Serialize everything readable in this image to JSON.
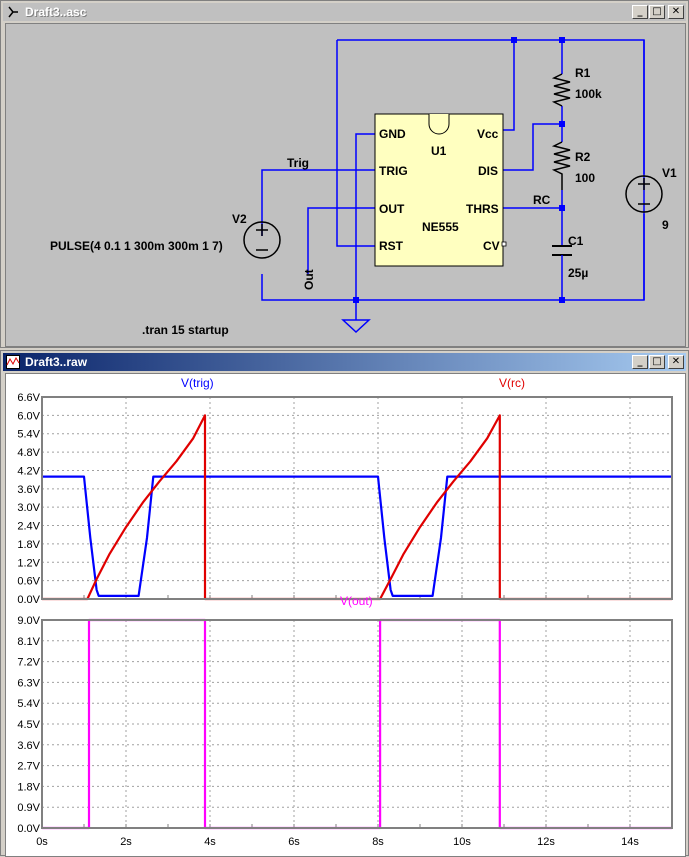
{
  "schematic_window": {
    "title": "Draft3..asc",
    "components": {
      "r1": {
        "name": "R1",
        "value": "100k"
      },
      "r2": {
        "name": "R2",
        "value": "100"
      },
      "c1": {
        "name": "C1",
        "value": "25µ"
      },
      "v1": {
        "name": "V1",
        "value": "9"
      },
      "v2": {
        "name": "V2",
        "value": "PULSE(4 0.1 1 300m 300m 1 7)"
      },
      "u1": {
        "name": "U1",
        "part": "NE555",
        "pins": {
          "gnd": "GND",
          "trig": "TRIG",
          "out": "OUT",
          "rst": "RST",
          "vcc": "Vcc",
          "dis": "DIS",
          "thrs": "THRS",
          "cv": "CV"
        }
      }
    },
    "net_labels": {
      "trig": "Trig",
      "out": "Out",
      "rc": "RC"
    },
    "directive": ".tran 15 startup"
  },
  "waveform_window": {
    "title": "Draft3..raw"
  },
  "colors": {
    "v_trig": "#0000ff",
    "v_rc": "#e00000",
    "v_out": "#ff00ff",
    "grid": "#a0a0a0",
    "plot_border": "#808080"
  },
  "chart_data": [
    {
      "type": "line",
      "ylim": [
        0,
        6.6
      ],
      "xlim": [
        0,
        15
      ],
      "y_ticks": [
        "0.0V",
        "0.6V",
        "1.2V",
        "1.8V",
        "2.4V",
        "3.0V",
        "3.6V",
        "4.2V",
        "4.8V",
        "5.4V",
        "6.0V",
        "6.6V"
      ],
      "series": [
        {
          "name": "V(trig)",
          "color": "#0000ff",
          "x": [
            0,
            1.0,
            1.15,
            1.3,
            1.35,
            2.3,
            2.5,
            2.65,
            8.0,
            8.15,
            8.3,
            8.35,
            9.3,
            9.5,
            9.65,
            15
          ],
          "y": [
            4.0,
            4.0,
            2.0,
            0.3,
            0.1,
            0.1,
            2.0,
            4.0,
            4.0,
            2.0,
            0.3,
            0.1,
            0.1,
            2.0,
            4.0,
            4.0
          ]
        },
        {
          "name": "V(rc)",
          "color": "#e00000",
          "x": [
            0,
            1.08,
            1.3,
            1.6,
            2.0,
            2.4,
            2.8,
            3.2,
            3.6,
            3.88,
            3.88,
            8.05,
            8.3,
            8.6,
            9.0,
            9.4,
            9.8,
            10.2,
            10.6,
            10.9,
            10.9,
            15
          ],
          "y": [
            0,
            0,
            0.65,
            1.45,
            2.35,
            3.15,
            3.85,
            4.5,
            5.25,
            6.0,
            0,
            0,
            0.65,
            1.45,
            2.35,
            3.15,
            3.85,
            4.5,
            5.25,
            6.0,
            0,
            0
          ]
        }
      ]
    },
    {
      "type": "line",
      "ylim": [
        0,
        9.0
      ],
      "xlim": [
        0,
        15
      ],
      "x_ticks": [
        "0s",
        "2s",
        "4s",
        "6s",
        "8s",
        "10s",
        "12s",
        "14s"
      ],
      "y_ticks": [
        "0.0V",
        "0.9V",
        "1.8V",
        "2.7V",
        "3.6V",
        "4.5V",
        "5.4V",
        "6.3V",
        "7.2V",
        "8.1V",
        "9.0V"
      ],
      "series": [
        {
          "name": "V(out)",
          "color": "#ff00ff",
          "x": [
            0,
            1.12,
            1.12,
            3.88,
            3.88,
            8.05,
            8.05,
            10.9,
            10.9,
            15
          ],
          "y": [
            0,
            0,
            9,
            9,
            0,
            0,
            9,
            9,
            0,
            0
          ]
        }
      ]
    }
  ]
}
